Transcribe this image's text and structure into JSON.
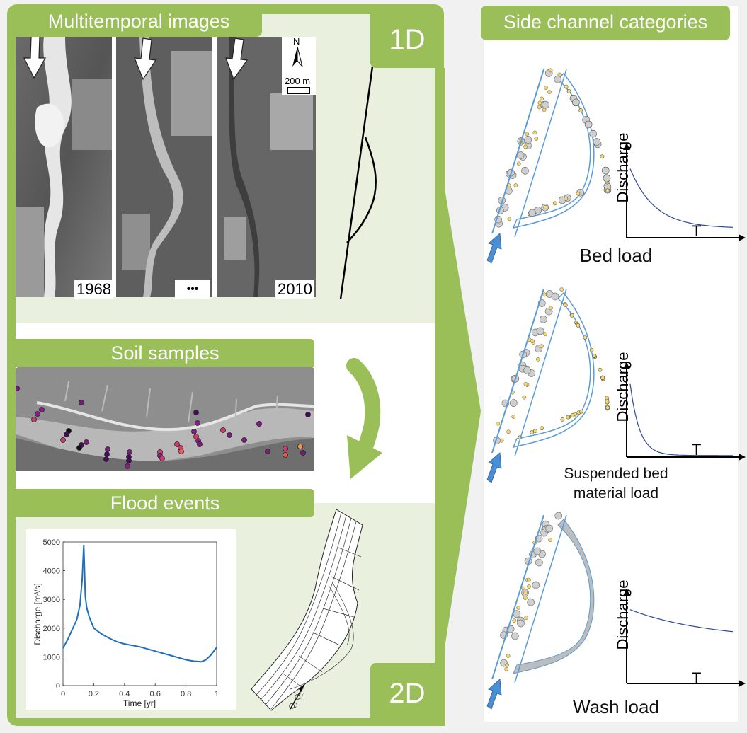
{
  "left_panel": {
    "multitemporal": {
      "title": "Multitemporal images",
      "years": [
        "1968",
        "•••",
        "2010"
      ],
      "north_label": "N",
      "scale_label": "200 m"
    },
    "badge_1d": "1D",
    "soil": {
      "title": "Soil  samples"
    },
    "flood": {
      "title": "Flood events"
    },
    "badge_2d": "2D",
    "mesh_label": "Q₁ Q₂"
  },
  "right_panel": {
    "title": "Side channel categories",
    "categories": [
      {
        "caption": "Bed load",
        "ylabel": "Discharge",
        "xlabel": "T",
        "curve": "moderate-decay"
      },
      {
        "caption_line1": "Suspended bed",
        "caption_line2": "material load",
        "ylabel": "Discharge",
        "xlabel": "T",
        "curve": "fast-decay"
      },
      {
        "caption": "Wash load",
        "ylabel": "Discharge",
        "xlabel": "T",
        "curve": "slow-decay"
      }
    ]
  },
  "colors": {
    "accent_green": "#9abe58",
    "light_green": "#e9f1de",
    "channel_blue": "#5b9bd5",
    "sediment_yellow": "#f5d76e",
    "sediment_gray": "#c8c8c8",
    "hydrograph_blue": "#1f6fbf"
  },
  "chart_data": {
    "type": "line",
    "title": "",
    "xlabel": "Time [yr]",
    "ylabel": "Discharge [m³/s]",
    "xlim": [
      0,
      1
    ],
    "ylim": [
      0,
      5000
    ],
    "xticks": [
      "0",
      "0.2",
      "0.4",
      "0.6",
      "0.8",
      "1"
    ],
    "yticks": [
      "0",
      "1000",
      "2000",
      "3000",
      "4000",
      "5000"
    ],
    "x": [
      0,
      0.03,
      0.06,
      0.09,
      0.11,
      0.125,
      0.135,
      0.145,
      0.155,
      0.17,
      0.2,
      0.25,
      0.3,
      0.35,
      0.4,
      0.5,
      0.6,
      0.7,
      0.8,
      0.85,
      0.9,
      0.93,
      0.96,
      1.0
    ],
    "y": [
      1300,
      1600,
      1950,
      2300,
      2800,
      3700,
      4900,
      3100,
      2700,
      2400,
      2000,
      1800,
      1650,
      1530,
      1450,
      1350,
      1200,
      1050,
      900,
      850,
      830,
      900,
      1050,
      1330
    ]
  }
}
